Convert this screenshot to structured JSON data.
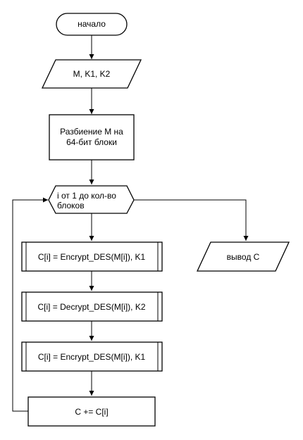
{
  "flowchart": {
    "start": "начало",
    "input": "M, K1, K2",
    "split_line1": "Разбиение M на",
    "split_line2": "64-бит блоки",
    "loop_line1": "i от 1 до кол-во",
    "loop_line2": "блоков",
    "step1": "C[i] = Encrypt_DES(M[i]), K1",
    "step2": "C[i] = Decrypt_DES(M[i]), K2",
    "step3": "C[i] = Encrypt_DES(M[i]), K1",
    "accumulate": "C += C[i]",
    "output": "вывод C"
  }
}
